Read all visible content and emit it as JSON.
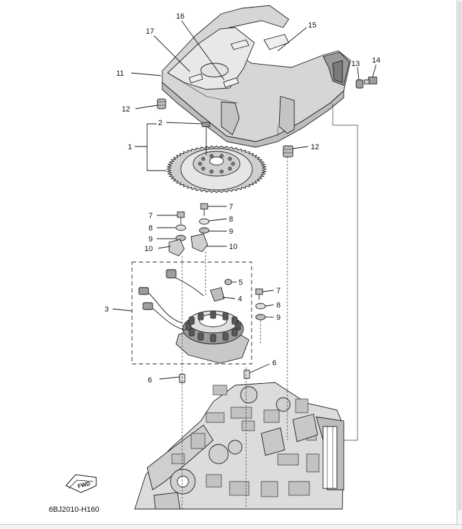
{
  "diagram": {
    "drawing_code": "6BJ2010-H160",
    "direction_badge": "FWD",
    "callouts": {
      "c1": "1",
      "c2": "2",
      "c3": "3",
      "c4": "4",
      "c5": "5",
      "c6a": "6",
      "c6b": "6",
      "c7a": "7",
      "c7b": "7",
      "c7c": "7",
      "c8a": "8",
      "c8b": "8",
      "c8c": "8",
      "c9a": "9",
      "c9b": "9",
      "c9c": "9",
      "c10a": "10",
      "c10b": "10",
      "c11": "11",
      "c12a": "12",
      "c12b": "12",
      "c13": "13",
      "c14": "14",
      "c15": "15",
      "c16": "16",
      "c17": "17"
    }
  },
  "colors": {
    "line": "#111111",
    "part_fill": "#d4d4d4",
    "dark_fill": "#6a6a6a",
    "background": "#ffffff"
  }
}
